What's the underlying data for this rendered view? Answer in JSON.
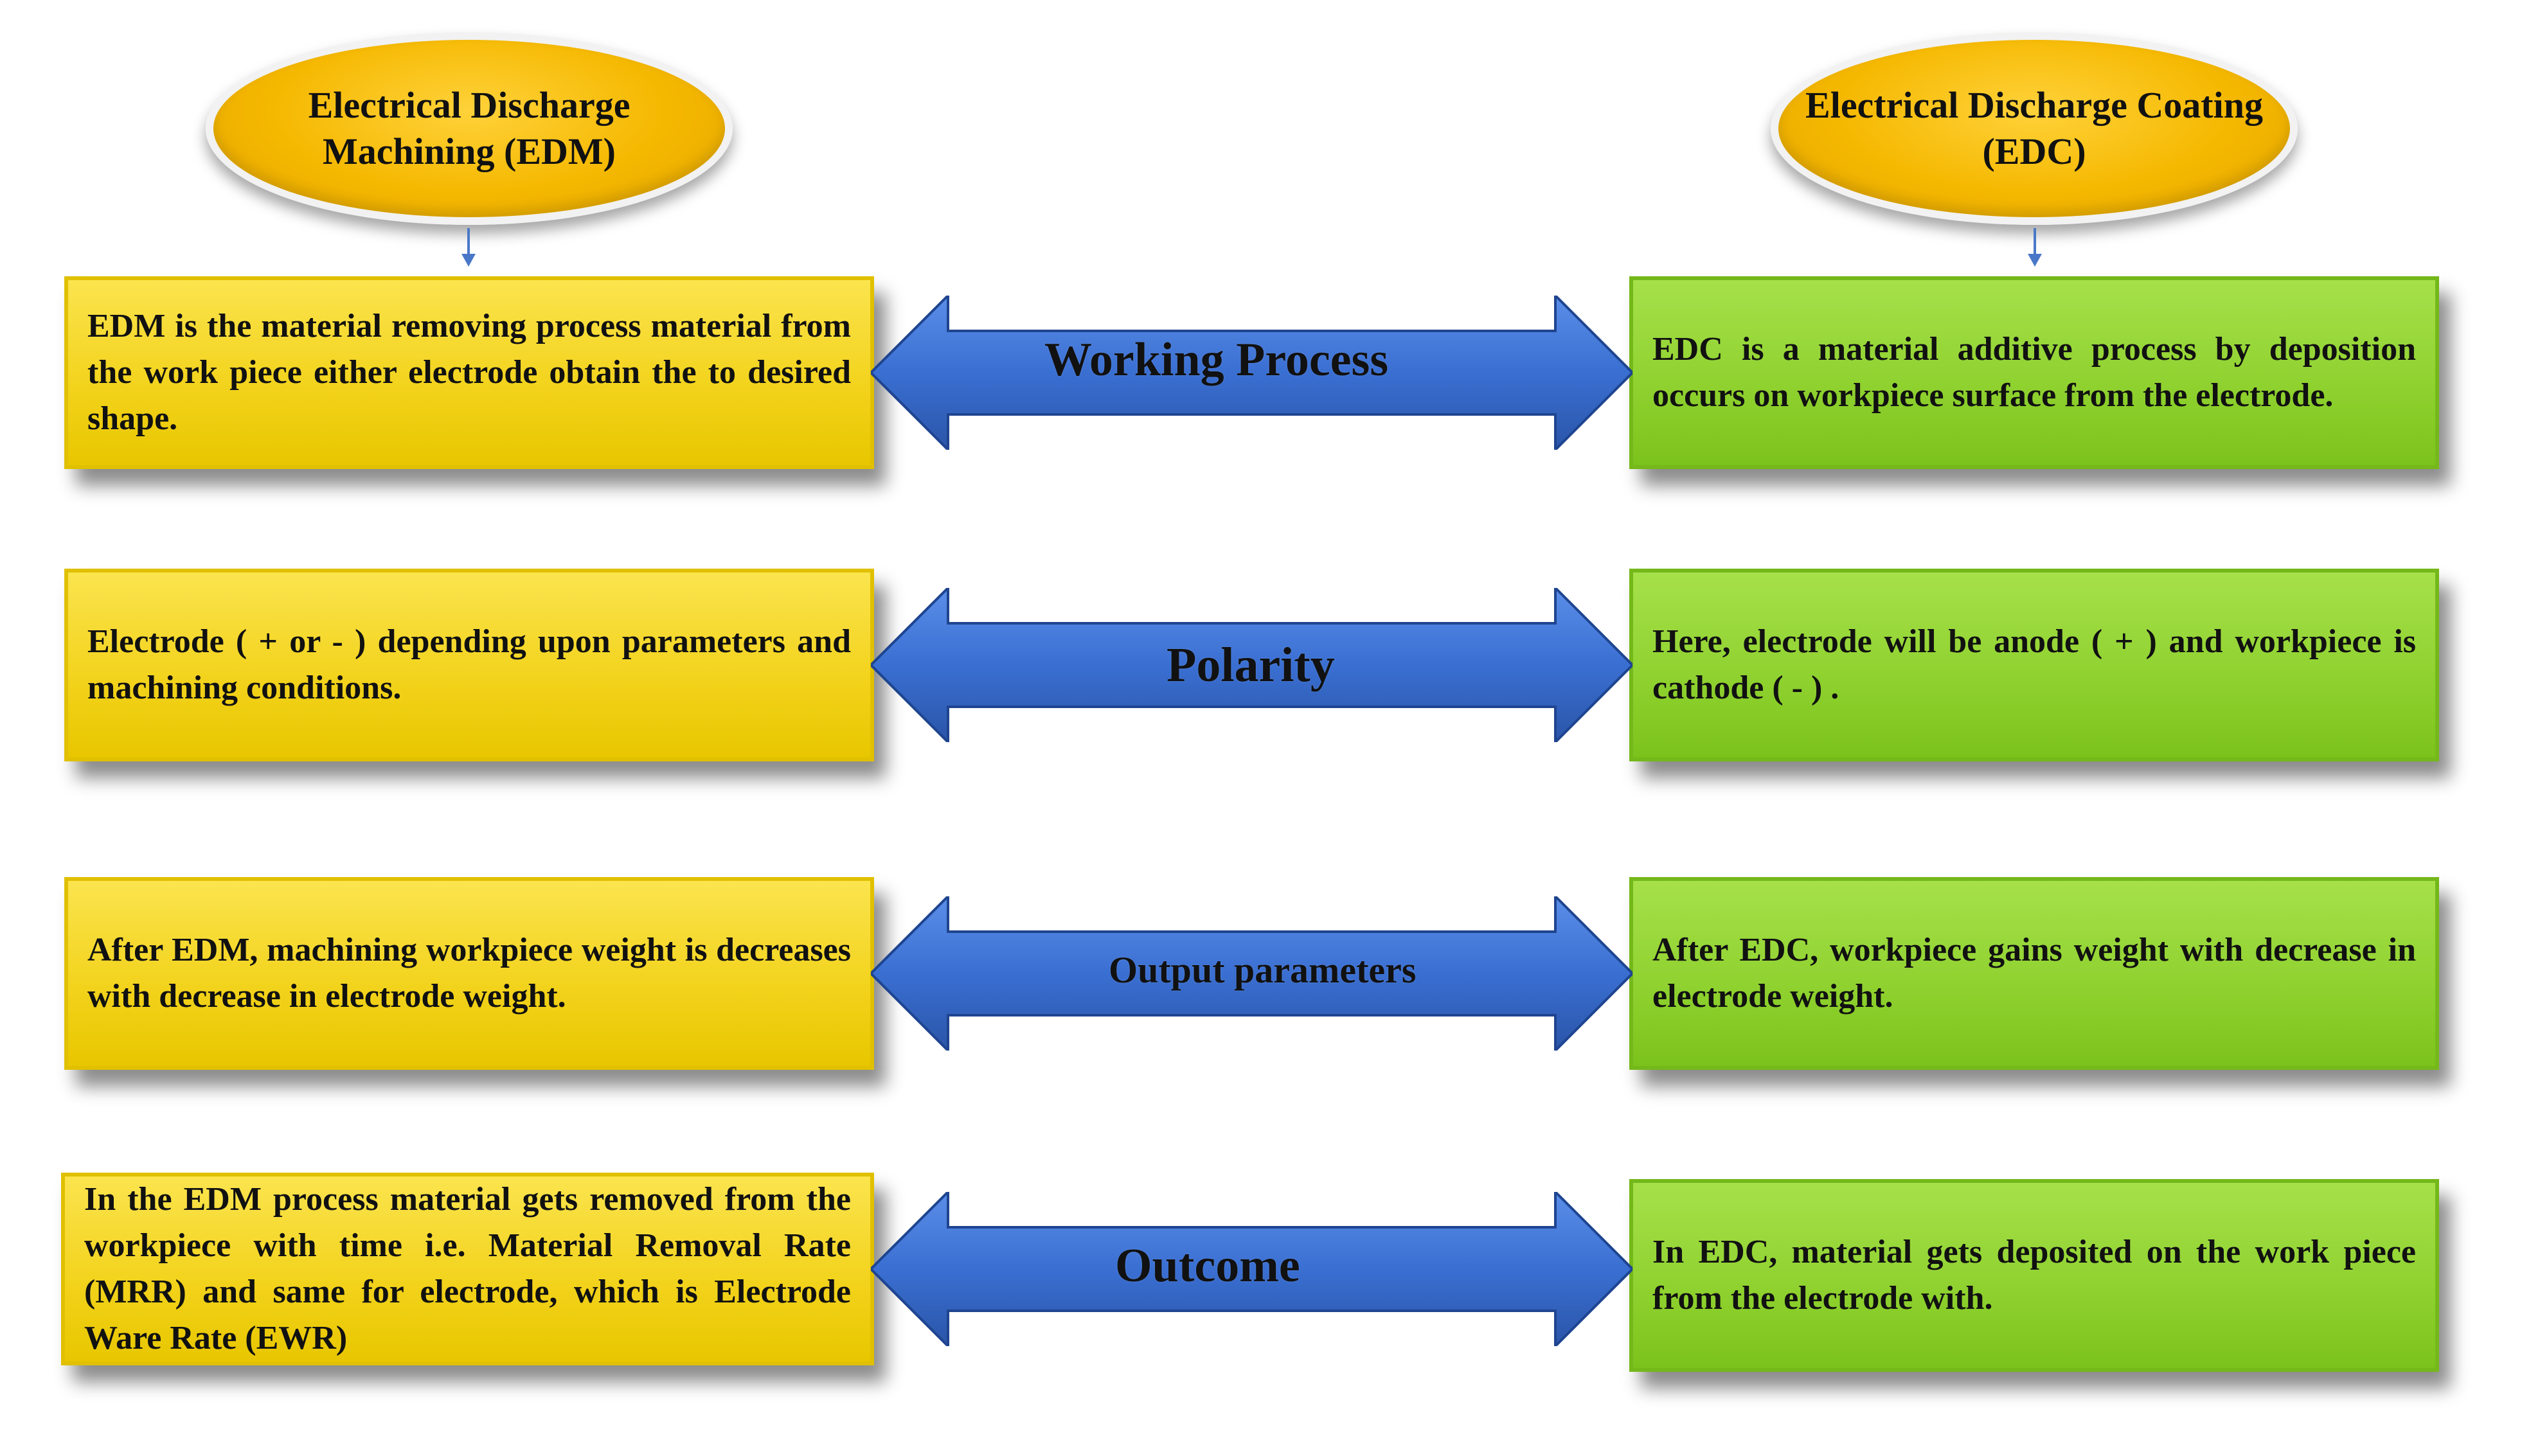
{
  "colors": {
    "oval_fill": "#f5b800",
    "edm_box": "#f2d21a",
    "edc_box": "#8ed12e",
    "arrow": "#3f73d6",
    "connector": "#4a78c8"
  },
  "headers": {
    "edm": "Electrical Discharge Machining (EDM)",
    "edc": "Electrical Discharge Coating (EDC)"
  },
  "rows": [
    {
      "label": "Working Process",
      "edm": "EDM is the material removing process material from the work piece either electrode obtain the to desired shape.",
      "edc": "EDC is a material additive process by deposition occurs on workpiece surface from the electrode."
    },
    {
      "label": "Polarity",
      "edm": "Electrode ( + or - ) depending upon parameters and machining conditions.",
      "edc": "Here, electrode will be anode ( + ) and workpiece is cathode ( - ) ."
    },
    {
      "label": "Output parameters",
      "edm": "After EDM, machining workpiece weight is decreases with decrease in electrode weight.",
      "edc": "After EDC, workpiece gains weight with decrease in electrode weight."
    },
    {
      "label": "Outcome",
      "edm": "In the EDM process material gets removed from the workpiece with time i.e. Material Removal Rate (MRR) and same for electrode, which is Electrode Ware Rate (EWR)",
      "edc": "In EDC, material gets deposited on the work piece from the electrode with."
    }
  ]
}
